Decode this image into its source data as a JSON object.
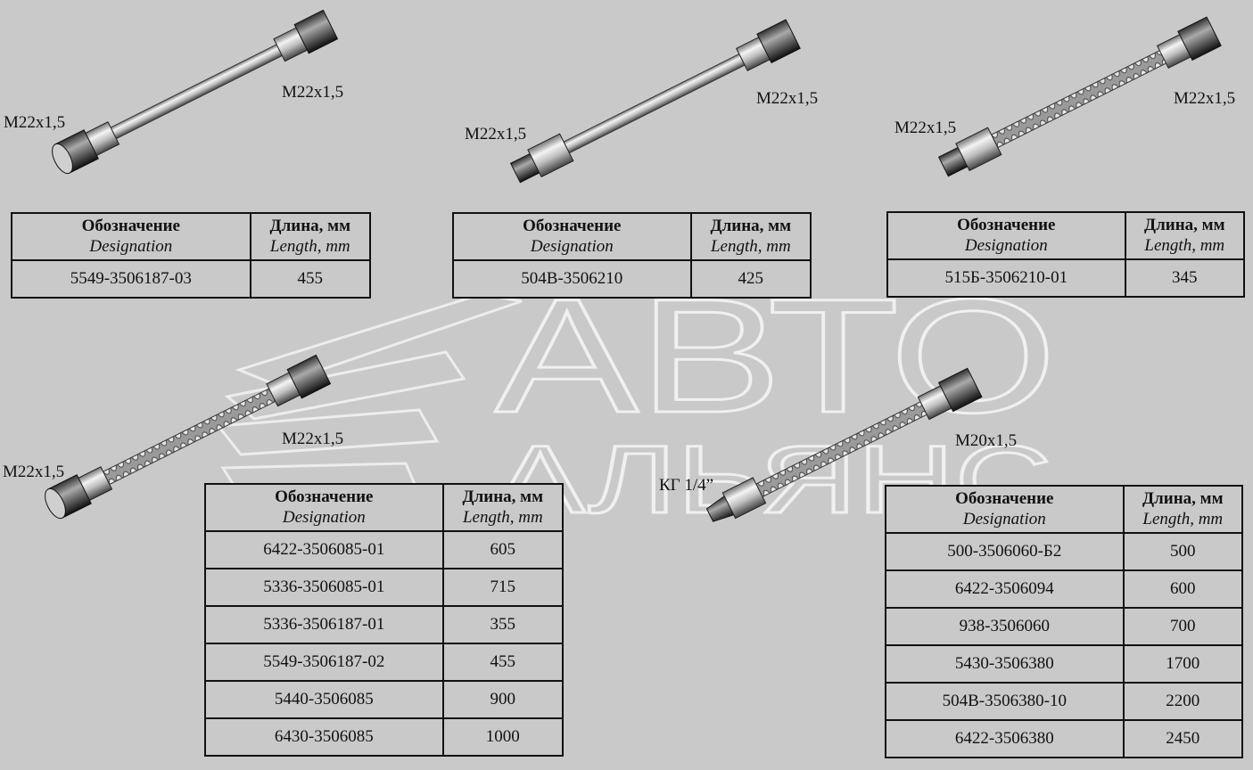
{
  "diagram": {
    "colors": {
      "background": "#c9c9c9",
      "ink": "#111111",
      "watermark": "#e8e8e8"
    },
    "watermark": {
      "line1": "АВТО",
      "line2": "АЛЬЯНС"
    },
    "table_headers": {
      "designation_ru": "Обозначение",
      "designation_en": "Designation",
      "length_ru": "Длина, мм",
      "length_en": "Length, mm"
    },
    "hoses": [
      {
        "style": "smooth",
        "label_left": "M22x1,5",
        "label_right": "M22x1,5",
        "rows": [
          {
            "designation": "5549-3506187-03",
            "length": "455"
          }
        ]
      },
      {
        "style": "smooth",
        "label_left": "M22x1,5",
        "label_right": "M22x1,5",
        "rows": [
          {
            "designation": "504B-3506210",
            "length": "425"
          }
        ]
      },
      {
        "style": "braided",
        "label_left": "M22x1,5",
        "label_right": "M22x1,5",
        "rows": [
          {
            "designation": "515Б-3506210-01",
            "length": "345"
          }
        ]
      },
      {
        "style": "braided",
        "label_left": "M22x1,5",
        "label_right": "M22x1,5",
        "rows": [
          {
            "designation": "6422-3506085-01",
            "length": "605"
          },
          {
            "designation": "5336-3506085-01",
            "length": "715"
          },
          {
            "designation": "5336-3506187-01",
            "length": "355"
          },
          {
            "designation": "5549-3506187-02",
            "length": "455"
          },
          {
            "designation": "5440-3506085",
            "length": "900"
          },
          {
            "designation": "6430-3506085",
            "length": "1000"
          }
        ]
      },
      {
        "style": "braided",
        "label_left": "КГ 1/4”",
        "label_right": "M20x1,5",
        "rows": [
          {
            "designation": "500-3506060-Б2",
            "length": "500"
          },
          {
            "designation": "6422-3506094",
            "length": "600"
          },
          {
            "designation": "938-3506060",
            "length": "700"
          },
          {
            "designation": "5430-3506380",
            "length": "1700"
          },
          {
            "designation": "504B-3506380-10",
            "length": "2200"
          },
          {
            "designation": "6422-3506380",
            "length": "2450"
          }
        ]
      }
    ]
  }
}
